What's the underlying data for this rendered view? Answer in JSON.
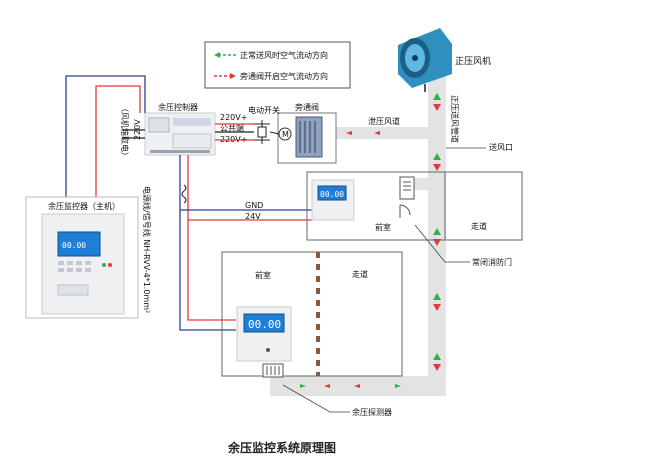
{
  "legend": {
    "normal_flow": "正常送风时空气流动方向",
    "bypass_flow": "旁通阀开启空气流动方向",
    "normal_color": "#2db34a",
    "bypass_color": "#e23a3a"
  },
  "labels": {
    "fan": "正压风机",
    "supply_duct": "正压送风管道",
    "supply_outlet": "送风口",
    "relief_duct": "泄压风道",
    "controller": "余压控制器",
    "monitor": "余压监控器（主机）",
    "fire_power": "（风机箱取电）",
    "v220": "220V",
    "v220_plus_1": "220V+",
    "common": "公共端",
    "v220_plus_2": "220V+",
    "electric_switch": "电动开关",
    "bypass_valve": "旁通阀",
    "motor": "M",
    "gnd": "GND",
    "v24": "24V",
    "cable": "电源线/信号线  NH-RVV-4*1.0mm²",
    "anteroom_1": "前室",
    "corridor_1": "走道",
    "anteroom_2": "前室",
    "corridor_2": "走道",
    "fire_door": "常闭消防门",
    "sensor": "余压探测器",
    "display_reading": "00.00",
    "caption": "余压监控系统原理图"
  },
  "colors": {
    "wire_red": "#e23a3a",
    "wire_blue": "#2a3f9a",
    "wire_black": "#222222",
    "duct": "#e3e3e3",
    "lcd": "#1f7fd8",
    "fan_body": "#2f8fbf"
  }
}
